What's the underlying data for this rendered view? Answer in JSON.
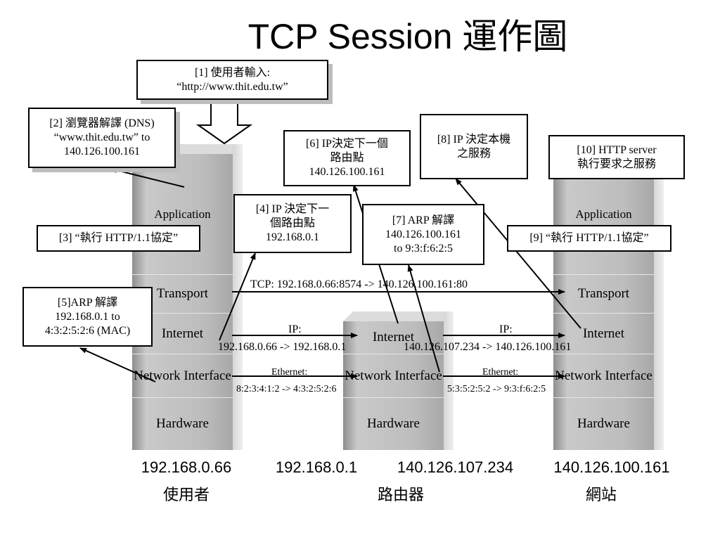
{
  "title": "TCP Session 運作圖",
  "stacks": {
    "client": [
      "Application",
      "Transport",
      "Internet",
      "Network Interface",
      "Hardware"
    ],
    "router": [
      "Internet",
      "Network Interface",
      "Hardware"
    ],
    "server": [
      "Application",
      "Transport",
      "Internet",
      "Network Interface",
      "Hardware"
    ]
  },
  "callouts": {
    "c1": [
      "[1] 使用者輸入:",
      "“http://www.thit.edu.tw”"
    ],
    "c2": [
      "[2] 瀏覽器解譯 (DNS)",
      "“www.thit.edu.tw” to",
      "140.126.100.161"
    ],
    "c3": [
      "[3] “執行 HTTP/1.1協定”"
    ],
    "c4": [
      "[4] IP 決定下一",
      "個路由點",
      "192.168.0.1"
    ],
    "c5": [
      "[5]ARP 解譯",
      "192.168.0.1 to",
      "4:3:2:5:2:6 (MAC)"
    ],
    "c6": [
      "[6] IP決定下一個",
      "路由點",
      "140.126.100.161"
    ],
    "c7": [
      "[7] ARP 解譯",
      "140.126.100.161",
      "to 9:3:f:6:2:5"
    ],
    "c8": [
      "[8] IP 決定本機",
      "之服務"
    ],
    "c9": [
      "[9] “執行 HTTP/1.1協定”"
    ],
    "c10": [
      "[10] HTTP server",
      "執行要求之服務"
    ]
  },
  "links": {
    "tcp": "TCP: 192.168.0.66:8574 -> 140.126.100.161:80",
    "ip1_title": "IP:",
    "ip1": "192.168.0.66 -> 192.168.0.1",
    "ip2_title": "IP:",
    "ip2": "140.126.107.234 -> 140.126.100.161",
    "eth1_title": "Ethernet:",
    "eth1": "8:2:3:4:1:2 -> 4:3:2:5:2:6",
    "eth2_title": "Ethernet:",
    "eth2": "5:3:5:2:5:2 -> 9:3:f:6:2:5"
  },
  "nodes": {
    "client_ip": "192.168.0.66",
    "client_role": "使用者",
    "router_ip1": "192.168.0.1",
    "router_ip2": "140.126.107.234",
    "router_role": "路由器",
    "server_ip": "140.126.100.161",
    "server_role": "網站"
  }
}
